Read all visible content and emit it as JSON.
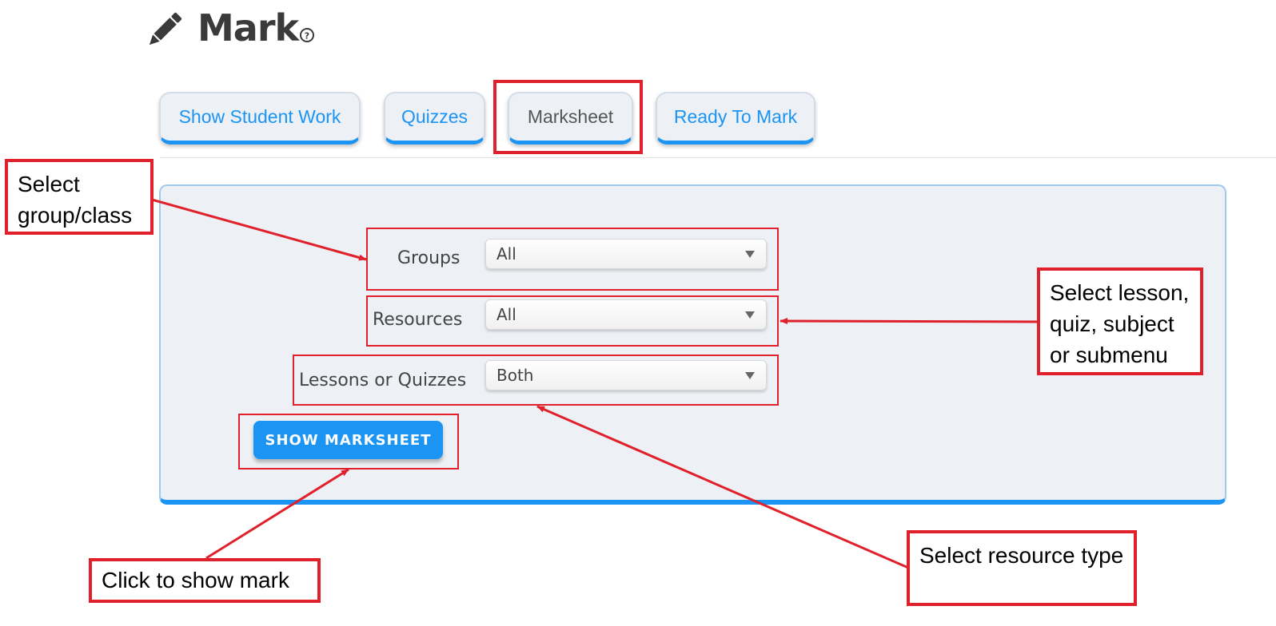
{
  "header": {
    "title": "Mark",
    "title_icon": "pencil-icon",
    "help_icon": "question-circle-icon"
  },
  "tabs": [
    {
      "label": "Show Student Work",
      "active": false
    },
    {
      "label": "Quizzes",
      "active": false
    },
    {
      "label": "Marksheet",
      "active": true
    },
    {
      "label": "Ready To Mark",
      "active": false
    }
  ],
  "form": {
    "groups": {
      "label": "Groups",
      "value": "All"
    },
    "resources": {
      "label": "Resources",
      "value": "All"
    },
    "lessons_or_quizzes": {
      "label": "Lessons or Quizzes",
      "value": "Both"
    },
    "submit_label": "SHOW MARKSHEET"
  },
  "annotations": {
    "select_group": "Select group/class",
    "select_lesson": "Select lesson, quiz, subject or submenu",
    "select_type": "Select resource type",
    "click_show": "Click to show mark"
  },
  "colors": {
    "accent": "#1b94f3",
    "panel_bg": "#edf0f4",
    "annotation": "#e0202a",
    "title_text": "#3a3a3a"
  }
}
